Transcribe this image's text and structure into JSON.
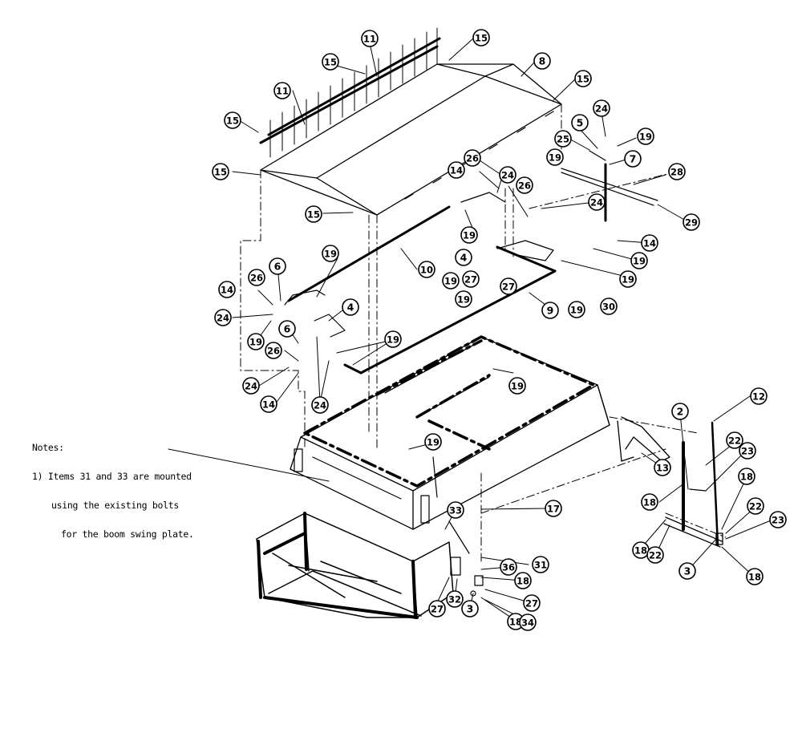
{
  "notes": {
    "heading": "Notes:",
    "line1": "1) Items 31 and 33 are mounted",
    "line2": "using the existing bolts",
    "line3": "for the boom swing plate."
  },
  "callouts": [
    {
      "id": "c15a",
      "label": "15"
    },
    {
      "id": "c11a",
      "label": "11"
    },
    {
      "id": "c15b",
      "label": "15"
    },
    {
      "id": "c8",
      "label": "8"
    },
    {
      "id": "c15c",
      "label": "15"
    },
    {
      "id": "c11b",
      "label": "11"
    },
    {
      "id": "c15d",
      "label": "15"
    },
    {
      "id": "c15e",
      "label": "15"
    },
    {
      "id": "c15f",
      "label": "15"
    },
    {
      "id": "c24a",
      "label": "24"
    },
    {
      "id": "c5",
      "label": "5"
    },
    {
      "id": "c25",
      "label": "25"
    },
    {
      "id": "c19a",
      "label": "19"
    },
    {
      "id": "c7",
      "label": "7"
    },
    {
      "id": "c19b",
      "label": "19"
    },
    {
      "id": "c28",
      "label": "28"
    },
    {
      "id": "c29",
      "label": "29"
    },
    {
      "id": "c26a",
      "label": "26"
    },
    {
      "id": "c14a",
      "label": "14"
    },
    {
      "id": "c24b",
      "label": "24"
    },
    {
      "id": "c26b",
      "label": "26"
    },
    {
      "id": "c24c",
      "label": "24"
    },
    {
      "id": "c19c",
      "label": "19"
    },
    {
      "id": "c14b",
      "label": "14"
    },
    {
      "id": "c19d",
      "label": "19"
    },
    {
      "id": "c4a",
      "label": "4"
    },
    {
      "id": "c19e",
      "label": "19"
    },
    {
      "id": "c27a",
      "label": "27"
    },
    {
      "id": "c27b",
      "label": "27"
    },
    {
      "id": "c19f",
      "label": "19"
    },
    {
      "id": "c10",
      "label": "10"
    },
    {
      "id": "c19g",
      "label": "19"
    },
    {
      "id": "c9",
      "label": "9"
    },
    {
      "id": "c19h",
      "label": "19"
    },
    {
      "id": "c30",
      "label": "30"
    },
    {
      "id": "c6a",
      "label": "6"
    },
    {
      "id": "c19i",
      "label": "19"
    },
    {
      "id": "c26c",
      "label": "26"
    },
    {
      "id": "c14c",
      "label": "14"
    },
    {
      "id": "c24d",
      "label": "24"
    },
    {
      "id": "c19j",
      "label": "19"
    },
    {
      "id": "c4b",
      "label": "4"
    },
    {
      "id": "c6b",
      "label": "6"
    },
    {
      "id": "c19k",
      "label": "19"
    },
    {
      "id": "c26d",
      "label": "26"
    },
    {
      "id": "c24e",
      "label": "24"
    },
    {
      "id": "c14d",
      "label": "14"
    },
    {
      "id": "c24f",
      "label": "24"
    },
    {
      "id": "c19l",
      "label": "19"
    },
    {
      "id": "c19m",
      "label": "19"
    },
    {
      "id": "c12",
      "label": "12"
    },
    {
      "id": "c2",
      "label": "2"
    },
    {
      "id": "c22a",
      "label": "22"
    },
    {
      "id": "c23a",
      "label": "23"
    },
    {
      "id": "c13",
      "label": "13"
    },
    {
      "id": "c18a",
      "label": "18"
    },
    {
      "id": "c18b",
      "label": "18"
    },
    {
      "id": "c22b",
      "label": "22"
    },
    {
      "id": "c23b",
      "label": "23"
    },
    {
      "id": "c18c",
      "label": "18"
    },
    {
      "id": "c22c",
      "label": "22"
    },
    {
      "id": "c3a",
      "label": "3"
    },
    {
      "id": "c18d",
      "label": "18"
    },
    {
      "id": "c17",
      "label": "17"
    },
    {
      "id": "c33",
      "label": "33"
    },
    {
      "id": "c31",
      "label": "31"
    },
    {
      "id": "c36",
      "label": "36"
    },
    {
      "id": "c18e",
      "label": "18"
    },
    {
      "id": "c27c",
      "label": "27"
    },
    {
      "id": "c32",
      "label": "32"
    },
    {
      "id": "c3b",
      "label": "3"
    },
    {
      "id": "c27d",
      "label": "27"
    },
    {
      "id": "c18f",
      "label": "18"
    },
    {
      "id": "c34",
      "label": "34"
    }
  ]
}
